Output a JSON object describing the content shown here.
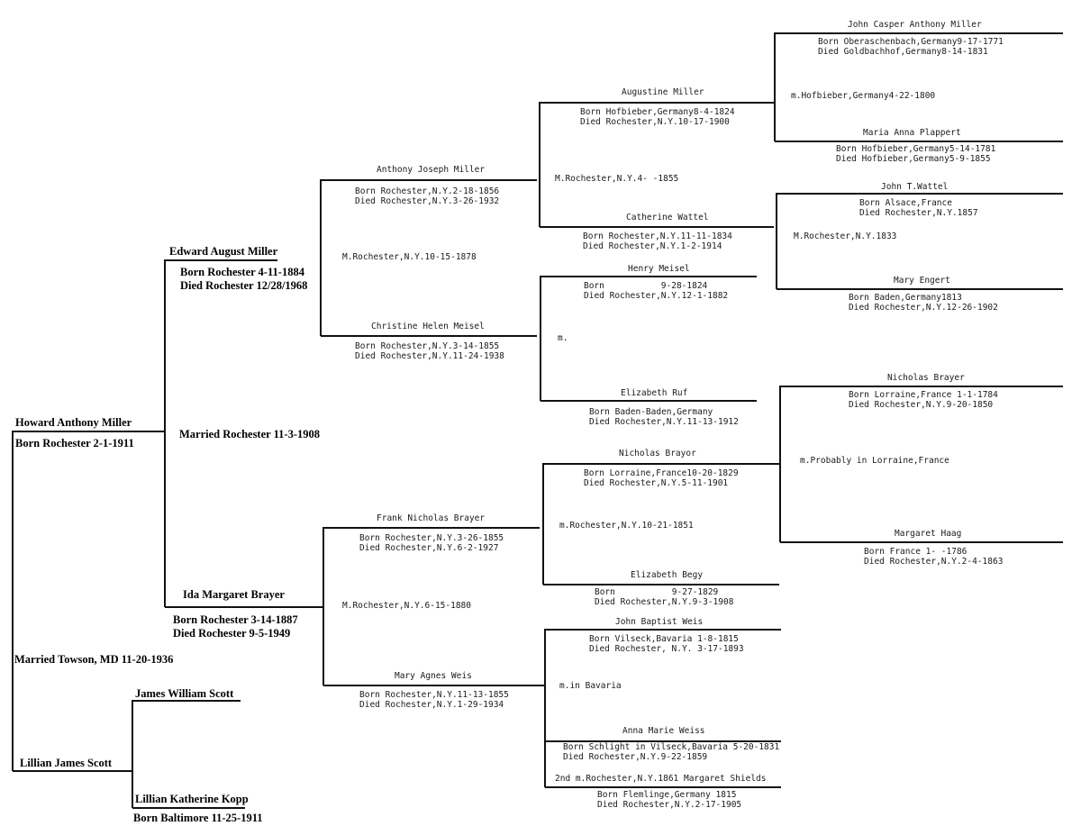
{
  "p": {
    "howard": {
      "name": "Howard Anthony Miller",
      "born": "Born Rochester 2-1-1911"
    },
    "lillian": {
      "name": "Lillian James Scott"
    },
    "marriage_howard": "Married Towson, MD 11-20-1936",
    "edward": {
      "name": "Edward August Miller",
      "born": "Born Rochester 4-11-1884",
      "died": "Died Rochester 12/28/1968"
    },
    "marriage_edward": "Married Rochester 11-3-1908",
    "ida": {
      "name": "Ida Margaret Brayer",
      "born": "Born Rochester 3-14-1887",
      "died": "Died Rochester 9-5-1949"
    },
    "james": {
      "name": "James William Scott"
    },
    "lkopp": {
      "name": "Lillian Katherine Kopp",
      "born": "Born Baltimore 11-25-1911"
    },
    "anthony": {
      "name": "Anthony Joseph Miller",
      "born": "Born Rochester,N.Y.2-18-1856",
      "died": "Died Rochester,N.Y.3-26-1932"
    },
    "marriage_anthony": "M.Rochester,N.Y.10-15-1878",
    "christine": {
      "name": "Christine Helen Meisel",
      "born": "Born Rochester,N.Y.3-14-1855",
      "died": "Died Rochester,N.Y.11-24-1938"
    },
    "frank": {
      "name": "Frank Nicholas Brayer",
      "born": "Born Rochester,N.Y.3-26-1855",
      "died": "Died Rochester,N.Y.6-2-1927"
    },
    "marriage_frank": "M.Rochester,N.Y.6-15-1880",
    "maryagnes": {
      "name": "Mary Agnes Weis",
      "born": "Born Rochester,N.Y.11-13-1855",
      "died": "Died Rochester,N.Y.1-29-1934"
    },
    "augustine": {
      "name": "Augustine Miller",
      "born": "Born Hofbieber,Germany8-4-1824",
      "died": "Died Rochester,N.Y.10-17-1900"
    },
    "marriage_augustine": "M.Rochester,N.Y.4-  -1855",
    "catherine": {
      "name": "Catherine Wattel",
      "born": "Born Rochester,N.Y.11-11-1834",
      "died": "Died Rochester,N.Y.1-2-1914"
    },
    "henry": {
      "name": "Henry Meisel",
      "born": "Born           9-28-1824",
      "died": "Died Rochester,N.Y.12-1-1882"
    },
    "marriage_henry": "m.",
    "elizabethruf": {
      "name": "Elizabeth Ruf",
      "born": "Born Baden-Baden,Germany",
      "died": "Died Rochester,N.Y.11-13-1912"
    },
    "nicholas2": {
      "name": "Nicholas Brayor",
      "born": "Born Lorraine,France10-20-1829",
      "died": "Died Rochester,N.Y.5-11-1901"
    },
    "marriage_nicholas2": "m.Rochester,N.Y.10-21-1851",
    "elizabethbegy": {
      "name": "Elizabeth Begy",
      "born": "Born           9-27-1829",
      "died": "Died Rochester,N.Y.9-3-1908"
    },
    "johnbaptist": {
      "name": "John Baptist Weis",
      "born": "Born Vilseck,Bavaria 1-8-1815",
      "died": "Died Rochester, N.Y. 3-17-1893"
    },
    "marriage_johnbaptist": "m.in Bavaria",
    "annamarie": {
      "name": "Anna Marie Weiss",
      "born": "Born Schlight in Vilseck,Bavaria 5-20-1831",
      "died": "Died Rochester,N.Y.9-22-1859",
      "second": "2nd m.Rochester,N.Y.1861 Margaret Shields",
      "born2": "Born Flemlinge,Germany 1815",
      "died2": "Died Rochester,N.Y.2-17-1905"
    },
    "johncasper": {
      "name": "John Casper Anthony Miller",
      "born": "Born Oberaschenbach,Germany9-17-1771",
      "died": "Died Goldbachhof,Germany8-14-1831"
    },
    "marriage_johncasper": "m.Hofbieber,Germany4-22-1800",
    "mariaanna": {
      "name": "Maria Anna Plappert",
      "born": "Born Hofbieber,Germany5-14-1781",
      "died": "Died Hofbieber,Germany5-9-1855"
    },
    "johnwattel": {
      "name": "John T.Wattel",
      "born": "Born Alsace,France",
      "died": "Died Rochester,N.Y.1857"
    },
    "marriage_johnwattel": "M.Rochester,N.Y.1833",
    "maryengert": {
      "name": "Mary Engert",
      "born": "Born Baden,Germany1813",
      "died": "Died Rochester,N.Y.12-26-1902"
    },
    "nicholas3": {
      "name": "Nicholas Brayer",
      "born": "Born Lorraine,France 1-1-1784",
      "died": "Died Rochester,N.Y.9-20-1850"
    },
    "marriage_nicholas3": "m.Probably in Lorraine,France",
    "margaret": {
      "name": "Margaret Haag",
      "born": "Born France 1-  -1786",
      "died": "Died Rochester,N.Y.2-4-1863"
    }
  }
}
